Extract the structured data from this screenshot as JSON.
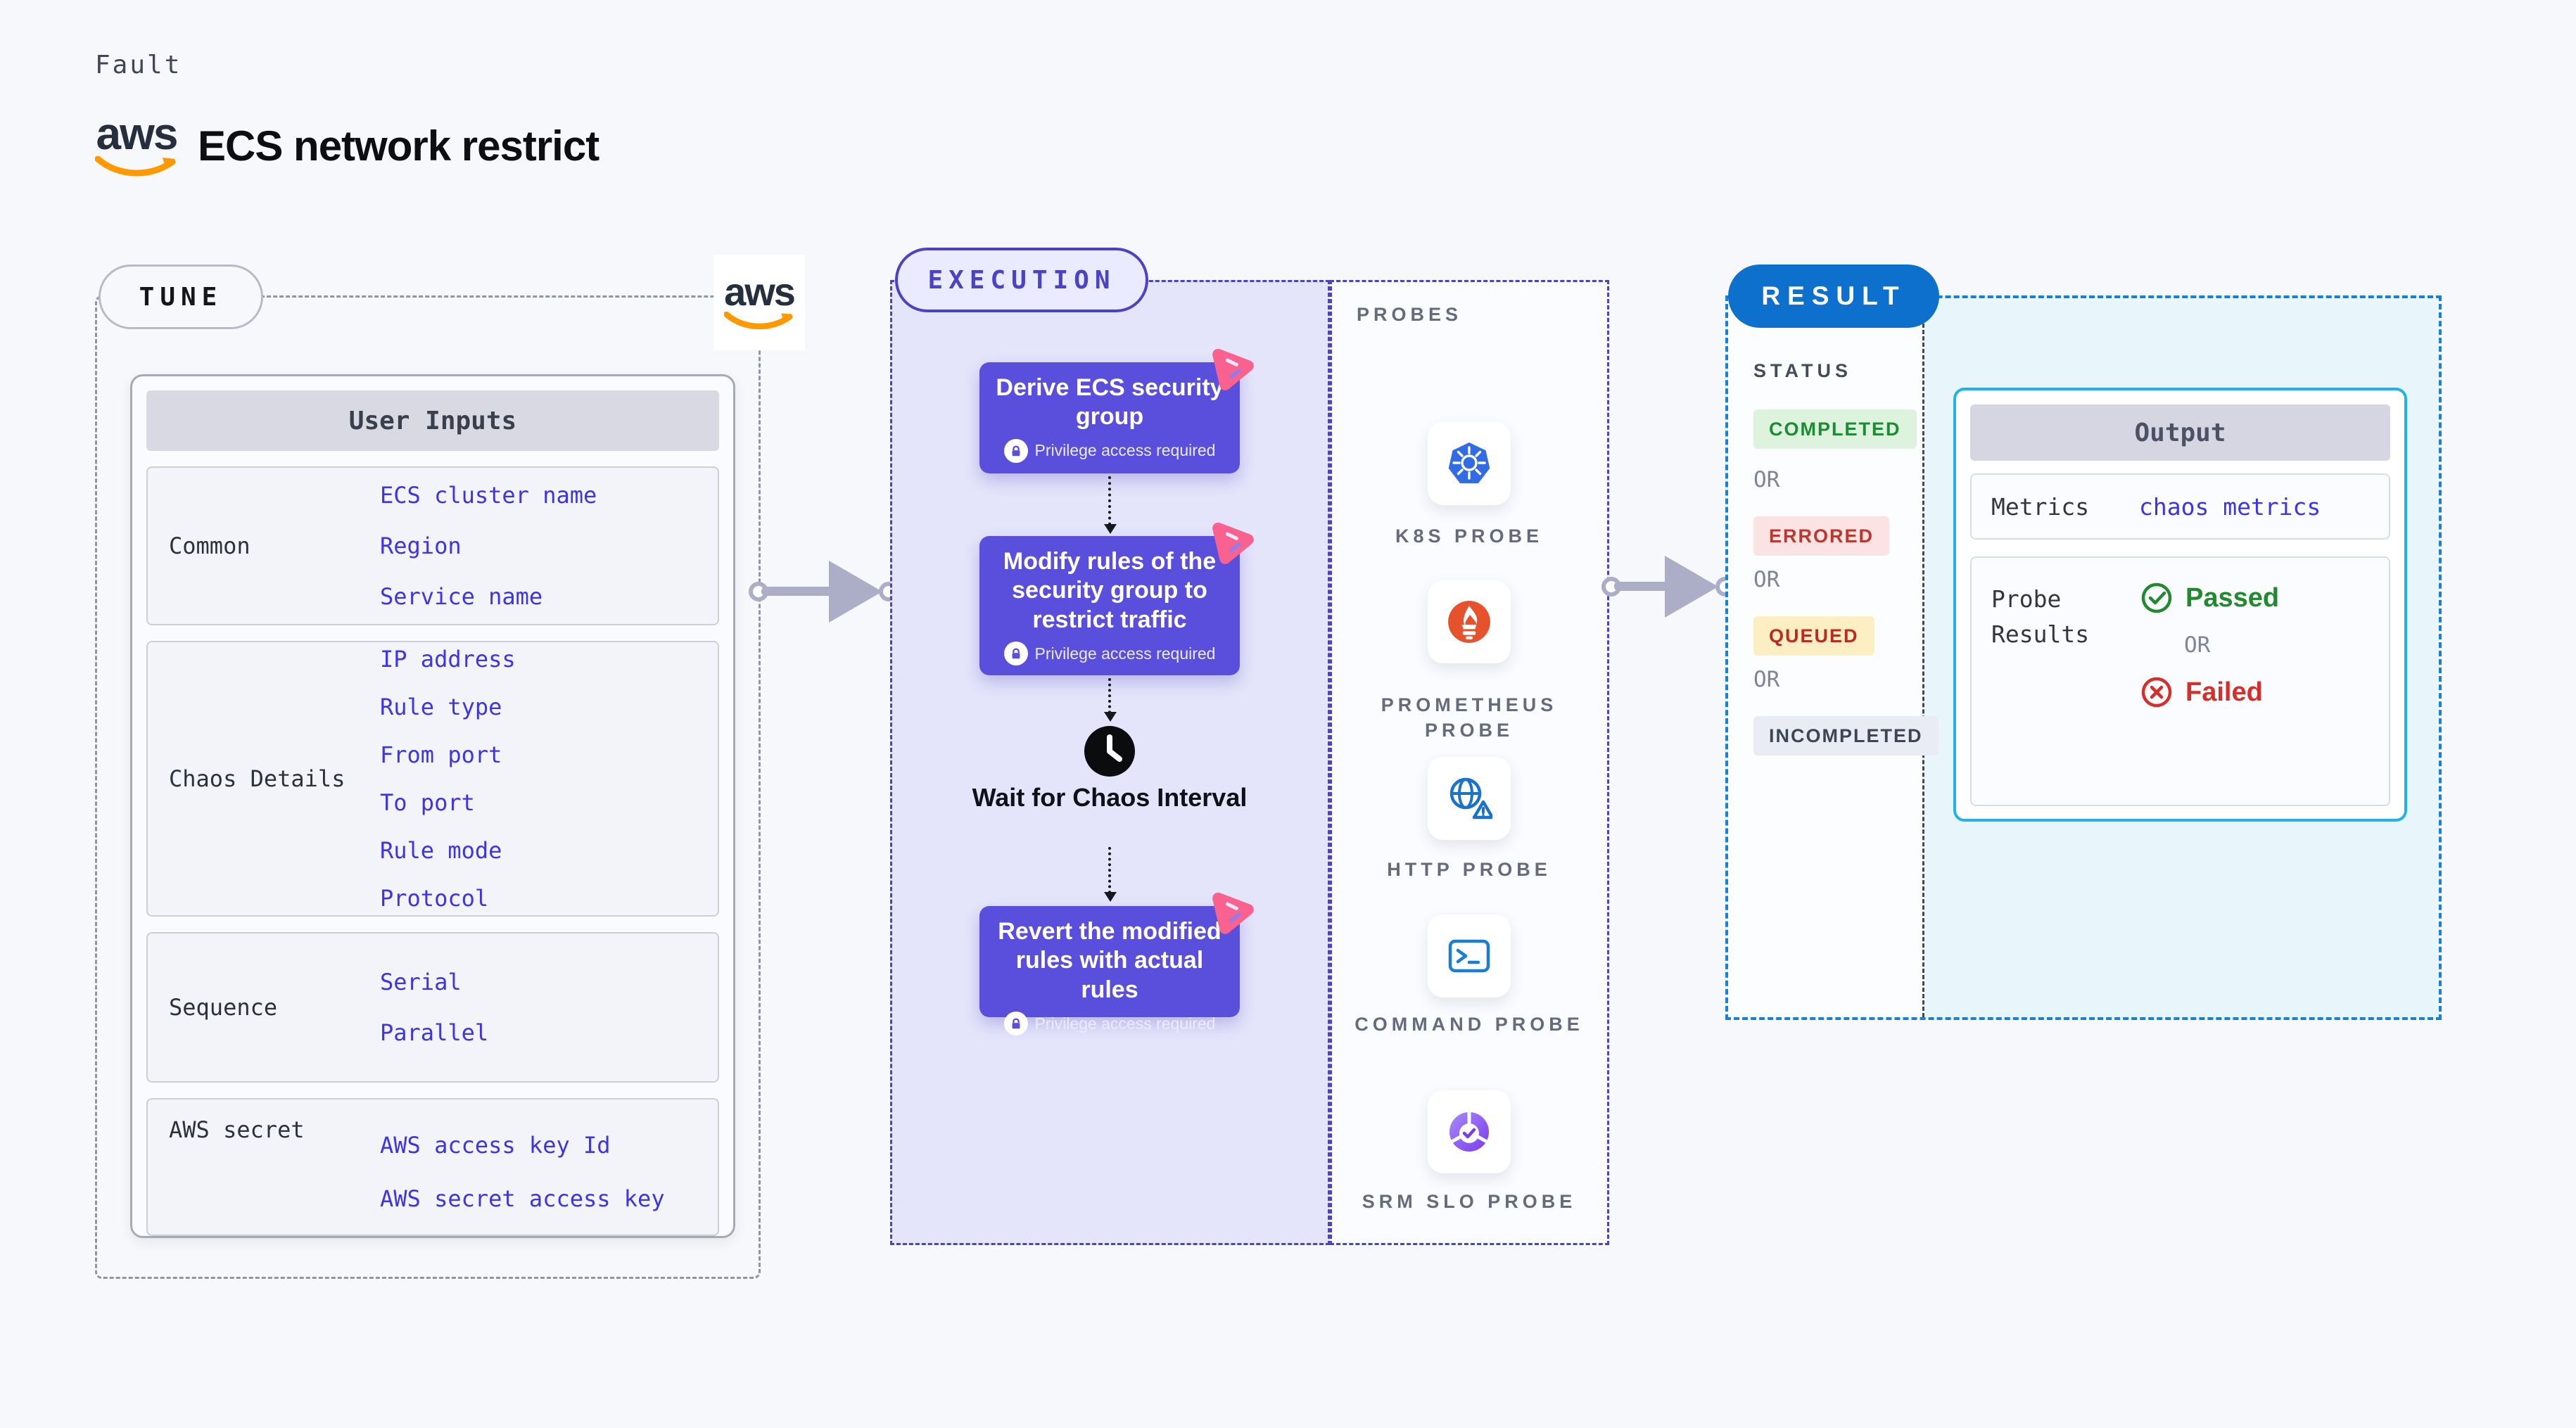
{
  "page": {
    "kind_label": "Fault",
    "title": "ECS network restrict",
    "logo": "aws-logo"
  },
  "tune": {
    "tag": "TUNE",
    "table_header": "User Inputs",
    "rows": [
      {
        "label": "Common",
        "links": [
          "ECS cluster name",
          "Region",
          "Service name"
        ]
      },
      {
        "label": "Chaos Details",
        "links": [
          "IP address",
          "Rule type",
          "From port",
          "To port",
          "Rule mode",
          "Protocol"
        ]
      },
      {
        "label": "Sequence",
        "links": [
          "Serial",
          "Parallel"
        ]
      },
      {
        "label": "AWS secret",
        "links": [
          "AWS access key Id",
          "AWS secret access key"
        ]
      }
    ]
  },
  "execution": {
    "tag": "EXECUTION",
    "steps": [
      {
        "title": "Derive ECS security group",
        "badge": "Privilege access required"
      },
      {
        "title": "Modify rules of the security group to restrict traffic",
        "badge": "Privilege access required"
      },
      {
        "title": "Revert the modified rules with actual rules",
        "badge": "Privilege access required"
      }
    ],
    "wait_label": "Wait for Chaos Interval"
  },
  "probes": {
    "tag": "PROBES",
    "items": [
      {
        "name": "K8S PROBE",
        "icon": "kubernetes-icon"
      },
      {
        "name": "PROMETHEUS PROBE",
        "icon": "prometheus-icon"
      },
      {
        "name": "HTTP PROBE",
        "icon": "http-globe-icon"
      },
      {
        "name": "COMMAND PROBE",
        "icon": "terminal-icon"
      },
      {
        "name": "SRM SLO PROBE",
        "icon": "slo-pie-icon"
      }
    ]
  },
  "result": {
    "tag": "RESULT",
    "status_label": "STATUS",
    "statuses": [
      "COMPLETED",
      "ERRORED",
      "QUEUED",
      "INCOMPLETED"
    ],
    "or_label": "OR",
    "output": {
      "header": "Output",
      "metrics_label": "Metrics",
      "metrics_link": "chaos metrics",
      "probe_results_label": "Probe Results",
      "passed_label": "Passed",
      "failed_label": "Failed"
    }
  },
  "colors": {
    "accent_indigo": "#4b42c6",
    "step_purple": "#5a4edd",
    "link_blue": "#3c34e6",
    "result_blue": "#0d70cc",
    "output_border_cyan": "#22b1e8",
    "completed_green": "#218a2e",
    "errored_red": "#c0362c",
    "queued_amber_bg": "#fdeec3",
    "failed_red": "#d62f29",
    "aws_orange": "#ff9900",
    "pink_step_icon": "#f9618f"
  }
}
